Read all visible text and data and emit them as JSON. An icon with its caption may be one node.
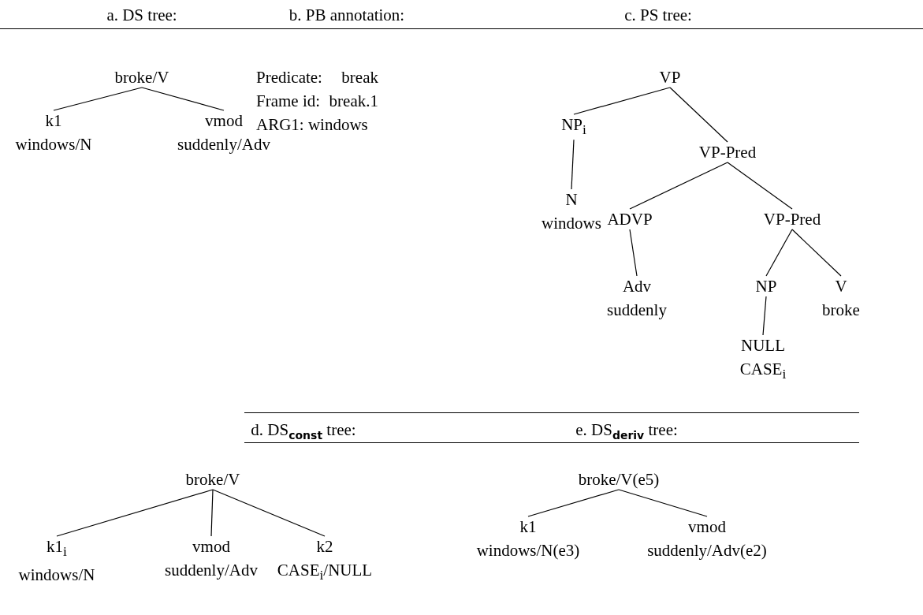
{
  "diagram": {
    "nodes": [
      {
        "text": [
          "broke/V"
        ]
      },
      {
        "text": [
          "k1",
          "windows/N"
        ]
      },
      {
        "text": [
          "vmod",
          "suddenly/Adv"
        ]
      },
      {
        "text": [
          "VP"
        ]
      },
      {
        "text": [
          "NP$_{i}$"
        ]
      },
      {
        "text": [
          "VP-Pred"
        ]
      },
      {
        "text": [
          "N",
          "windows"
        ]
      },
      {
        "text": [
          "ADVP"
        ]
      },
      {
        "text": [
          "VP-Pred"
        ]
      },
      {
        "text": [
          "Adv",
          "suddenly"
        ]
      },
      {
        "text": [
          "NP"
        ]
      },
      {
        "text": [
          "V",
          "broke"
        ]
      },
      {
        "text": [
          "NULL",
          "CASE$_{i}$"
        ]
      },
      {
        "text": [
          "broke/V"
        ]
      },
      {
        "text": [
          "k1$_{i}$",
          "windows/N"
        ]
      },
      {
        "text": [
          "vmod",
          "suddenly/Adv"
        ]
      },
      {
        "text": [
          "k2",
          "CASE$_{i}$/NULL"
        ]
      },
      {
        "text": [
          "broke/V(e5)"
        ]
      },
      {
        "text": [
          "k1",
          "windows/N(e3)"
        ]
      },
      {
        "text": [
          "vmod",
          "suddenly/Adv(e2)"
        ]
      }
    ],
    "edges": [
      {
        "from": 0,
        "to": 1,
        "arrow": "none"
      },
      {
        "from": 0,
        "to": 2,
        "arrow": "none"
      },
      {
        "from": 3,
        "to": 4,
        "arrow": "none"
      },
      {
        "from": 3,
        "to": 5,
        "arrow": "none"
      },
      {
        "from": 4,
        "to": 6,
        "arrow": "none"
      },
      {
        "from": 5,
        "to": 7,
        "arrow": "none"
      },
      {
        "from": 5,
        "to": 8,
        "arrow": "none"
      },
      {
        "from": 7,
        "to": 9,
        "arrow": "none"
      },
      {
        "from": 8,
        "to": 10,
        "arrow": "none"
      },
      {
        "from": 8,
        "to": 11,
        "arrow": "none"
      },
      {
        "from": 10,
        "to": 12,
        "arrow": "none"
      },
      {
        "from": 13,
        "to": 14,
        "arrow": "none"
      },
      {
        "from": 13,
        "to": 15,
        "arrow": "none"
      },
      {
        "from": 13,
        "to": 16,
        "arrow": "none"
      },
      {
        "from": 17,
        "to": 18,
        "arrow": "none"
      },
      {
        "from": 17,
        "to": 19,
        "arrow": "none"
      }
    ],
    "labels": [
      "a. DS tree:",
      "b. PB annotation:",
      "c. PS tree:",
      "Predicate:",
      "break",
      "Frame id:",
      "break.1",
      "ARG1: windows",
      "d. DS$_{const}$ tree:",
      "e. DS$_{deriv}$ tree:"
    ]
  }
}
